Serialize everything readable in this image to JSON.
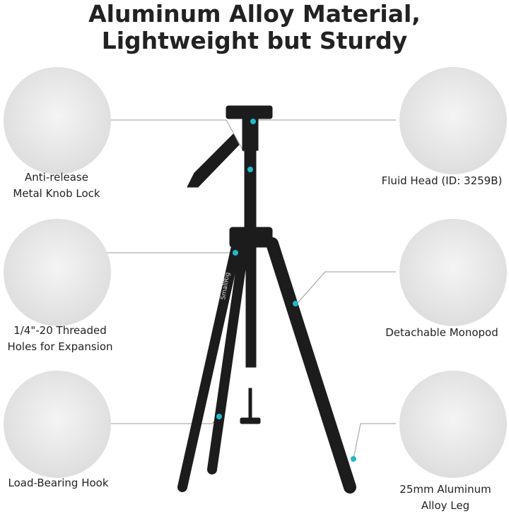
{
  "title": {
    "line1": "Aluminum Alloy Material,",
    "line2": "Lightweight but Sturdy"
  },
  "features": {
    "knob_lock": {
      "line1": "Anti-release",
      "line2": "Metal Knob Lock"
    },
    "threaded_holes": {
      "line1": "1/4\"-20 Threaded",
      "line2": "Holes for Expansion"
    },
    "hook": {
      "line1": "Load-Bearing Hook"
    },
    "fluid_head": {
      "line1": "Fluid Head (ID: 3259B)"
    },
    "monopod": {
      "line1": "Detachable Monopod"
    },
    "leg": {
      "line1": "25mm Aluminum",
      "line2": "Alloy Leg"
    }
  },
  "brand_on_leg": "SmallRig",
  "colors": {
    "accent": "#22b8cc",
    "product": "#1c1c1c",
    "leader": "#9a9a9a"
  }
}
